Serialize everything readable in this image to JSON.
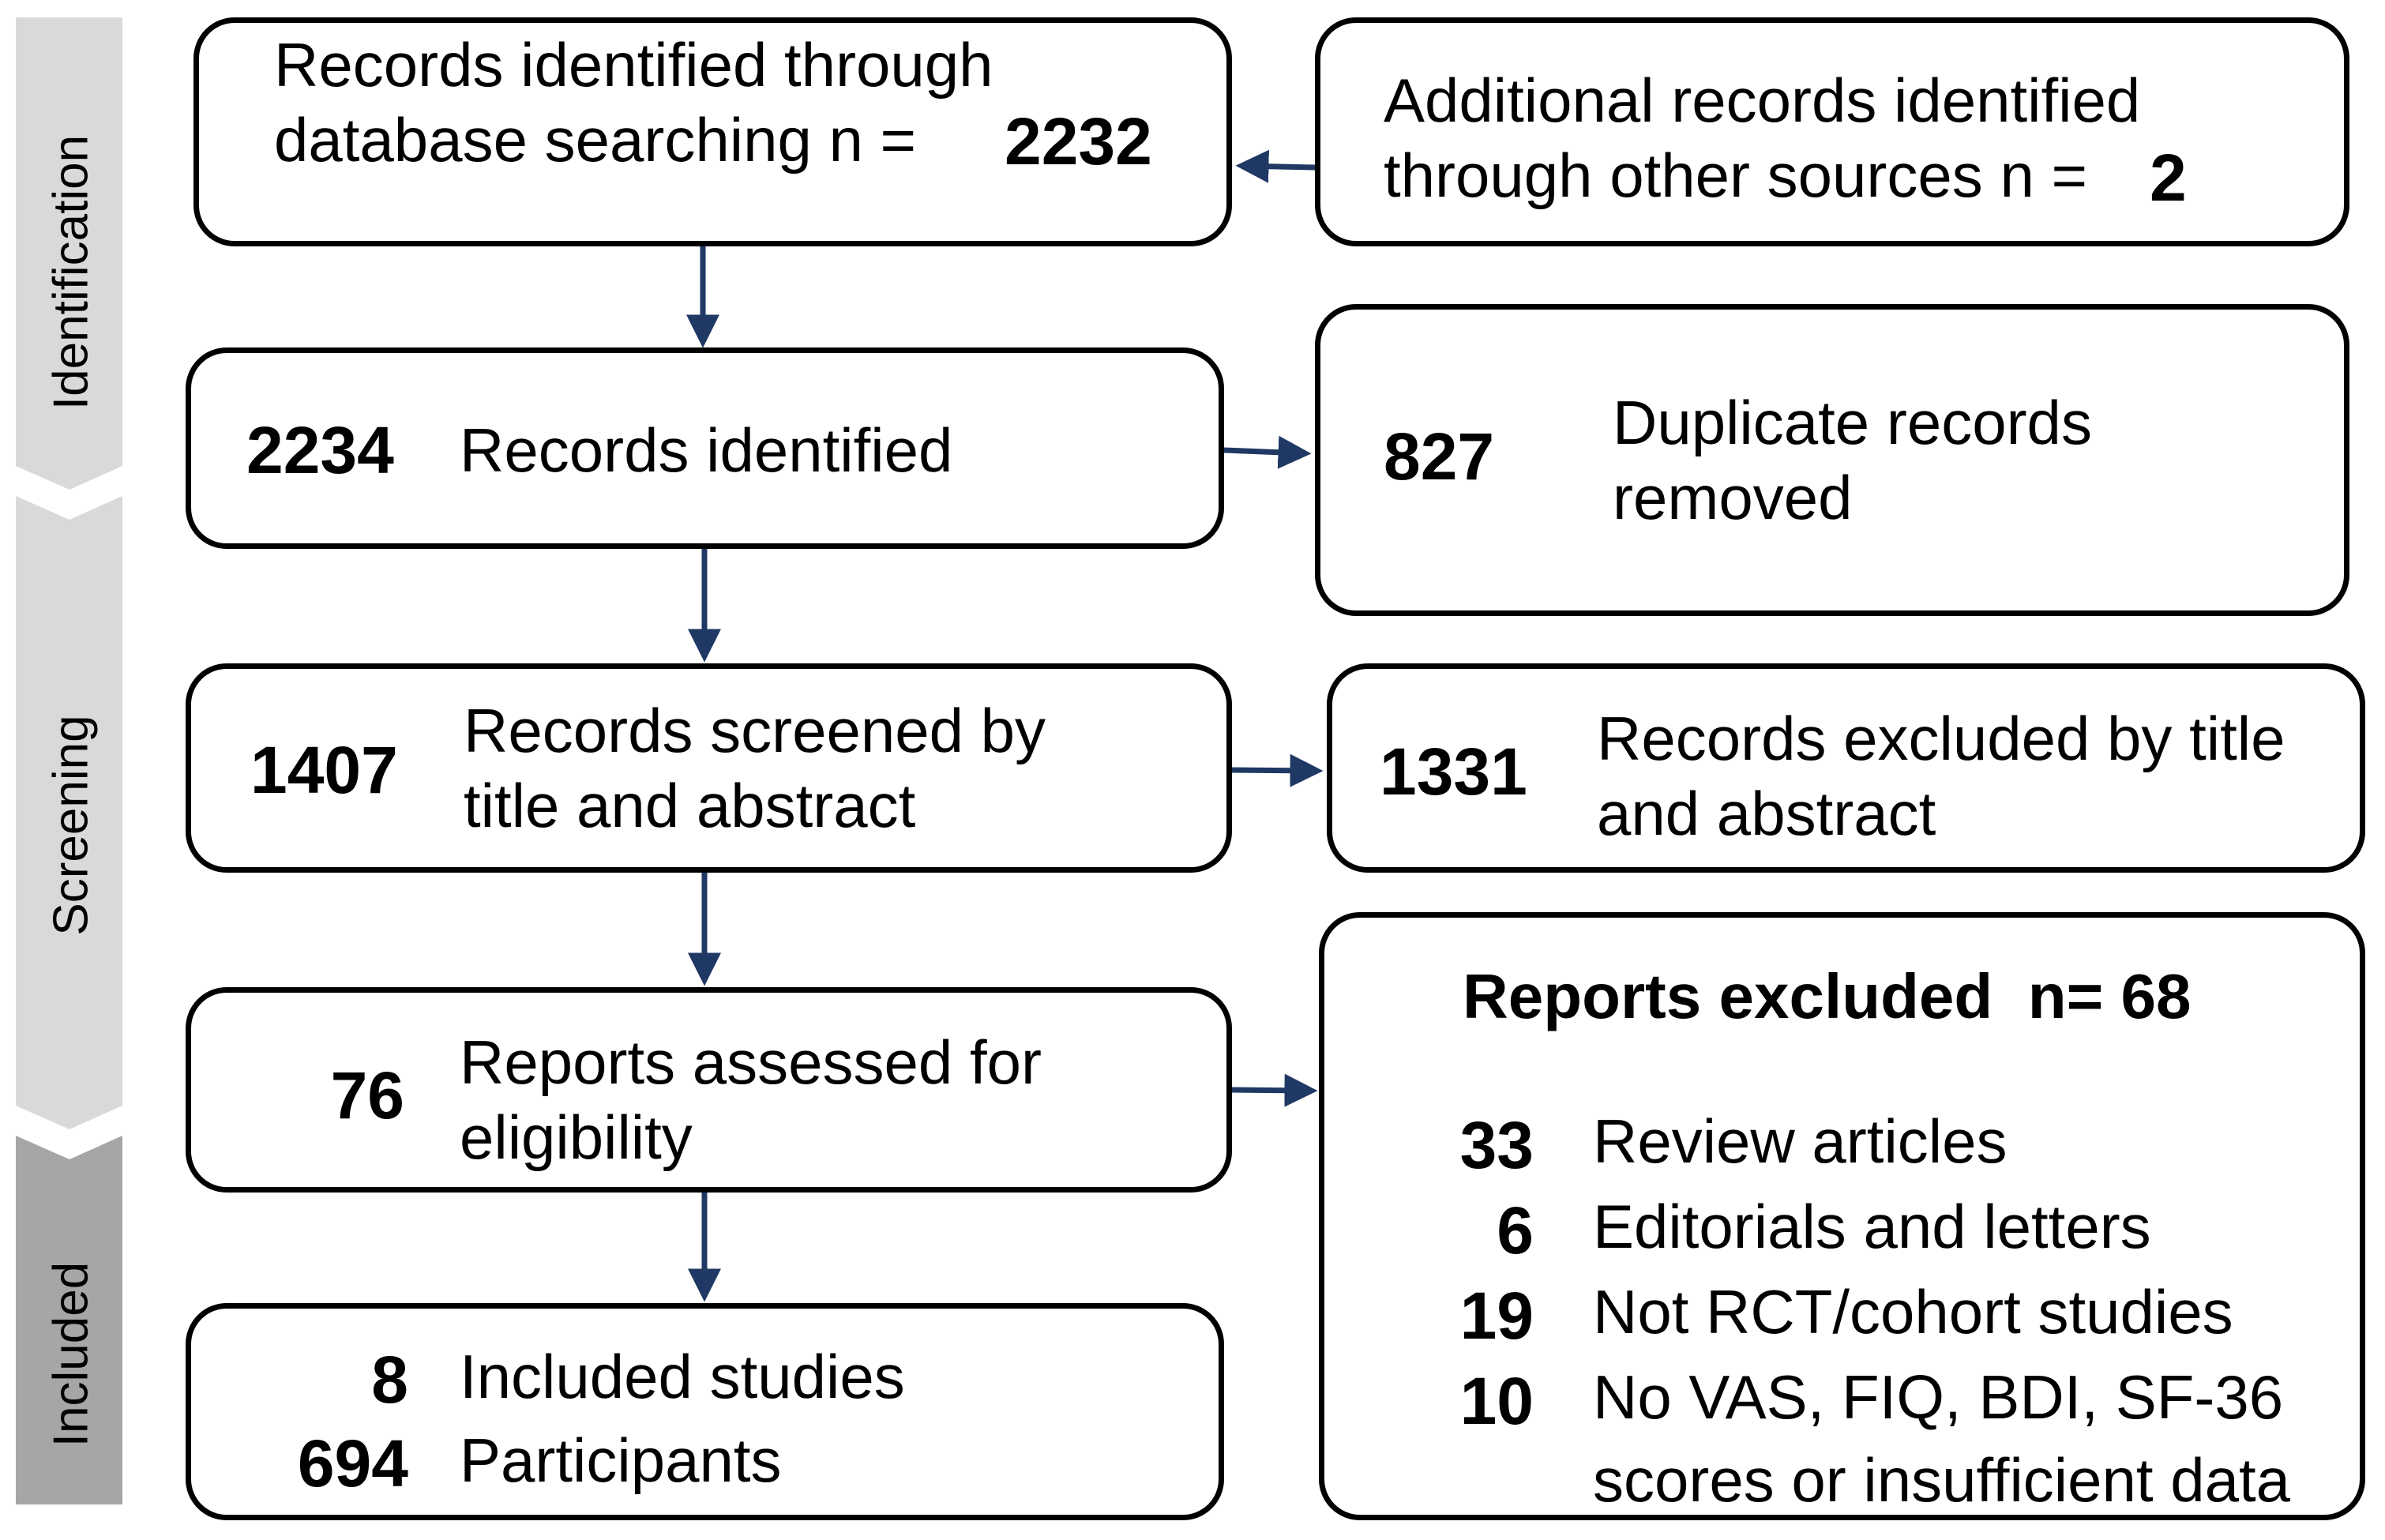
{
  "phases": {
    "identification": "Identification",
    "screening": "Screening",
    "included": "Included"
  },
  "boxes": {
    "database": {
      "line1": "Records identified through",
      "line2": "database searching n =",
      "value": "2232"
    },
    "other": {
      "line1": "Additional records identified",
      "line2": "through other sources n =",
      "value": "2"
    },
    "identified": {
      "value": "2234",
      "label": "Records identified"
    },
    "duplicates": {
      "value": "827",
      "line1": "Duplicate records",
      "line2": "removed"
    },
    "screened": {
      "value": "1407",
      "line1": "Records screened by",
      "line2": "title and abstract"
    },
    "excluded_title": {
      "value": "1331",
      "line1": "Records excluded by title",
      "line2": "and abstract"
    },
    "assessed": {
      "value": "76",
      "line1": "Reports assessed for",
      "line2": "eligibility"
    },
    "included": {
      "studies_value": "8",
      "studies_label": "Included studies",
      "participants_value": "694",
      "participants_label": "Participants"
    },
    "reports_excluded": {
      "title": "Reports excluded  n= 68",
      "items": [
        {
          "value": "33",
          "label": "Review articles"
        },
        {
          "value": "6",
          "label": "Editorials and letters"
        },
        {
          "value": "19",
          "label": "Not RCT/cohort studies"
        },
        {
          "value": "10",
          "label": "No VAS, FIQ, BDI, SF-36"
        }
      ],
      "continuation": "scores or insufficient data"
    }
  },
  "colors": {
    "arrow": "#1f3864",
    "phase_light": "#d9d9d9",
    "phase_dark": "#a6a6a6"
  }
}
